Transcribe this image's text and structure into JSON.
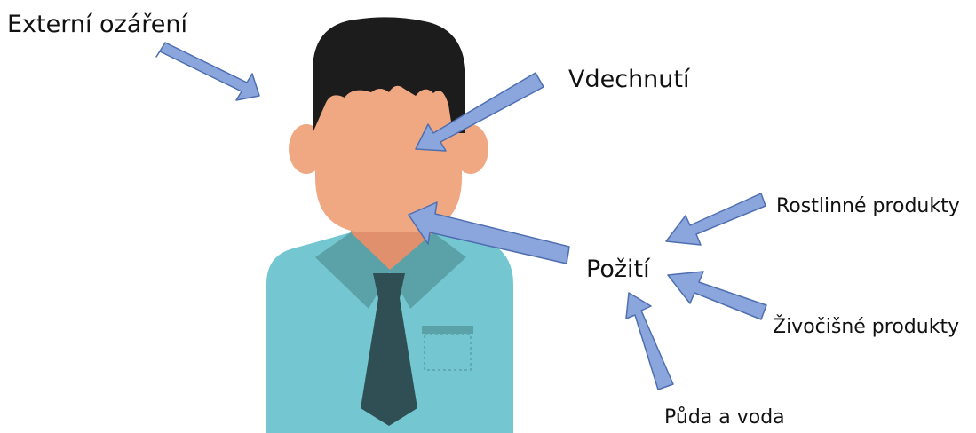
{
  "labels": {
    "external_irradiation": "Externí ozáření",
    "inhalation": "Vdechnutí",
    "ingestion": "Požití",
    "plant_products": "Rostlinné produkty",
    "animal_products": "Živočišné produkty",
    "soil_and_water": "Půda a voda"
  },
  "colors": {
    "arrow_fill": "#8aa6dc",
    "arrow_stroke": "#4f6fb0",
    "skin": "#f0a882",
    "hair": "#1c1c1c",
    "shirt": "#74c7d1",
    "collar": "#5aa2a8",
    "tie": "#2f4f55"
  }
}
